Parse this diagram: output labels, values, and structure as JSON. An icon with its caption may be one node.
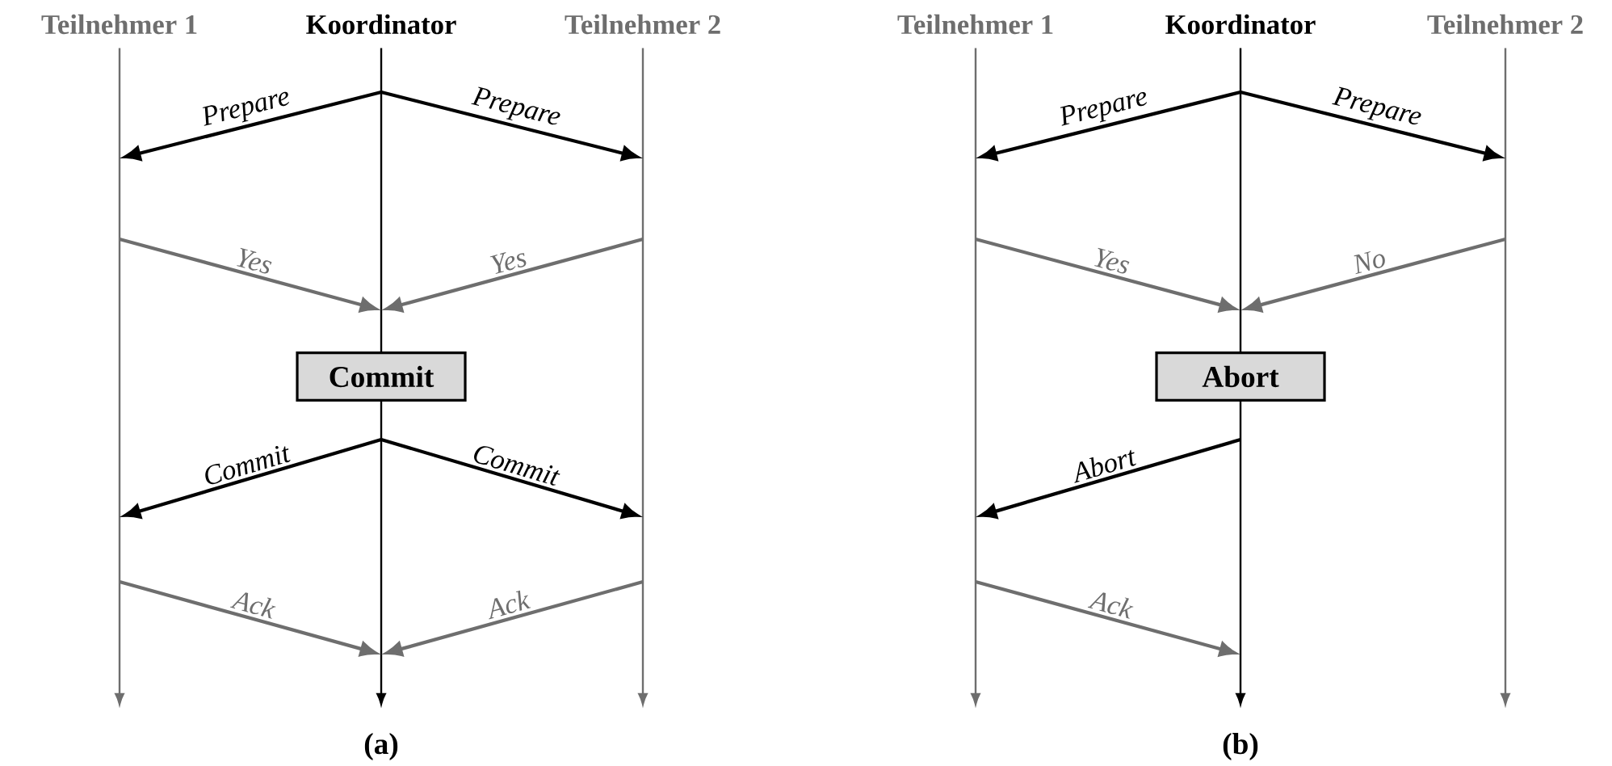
{
  "diagram": {
    "nodes": [
      {
        "text": [],
        "shape": "line"
      },
      {
        "text": [],
        "shape": "line"
      },
      {
        "text": [],
        "shape": "line"
      },
      {
        "text": [
          "Commit"
        ]
      },
      {
        "text": [],
        "shape": "line"
      },
      {
        "text": [],
        "shape": "line"
      },
      {
        "text": [],
        "shape": "line"
      },
      {
        "text": [],
        "shape": "line"
      },
      {
        "text": [
          "Abort"
        ]
      },
      {
        "text": [],
        "shape": "line"
      }
    ],
    "edges": [
      {
        "from": 1,
        "to": 0,
        "arrow": "to",
        "label": "Prepare",
        "color": "#000000"
      },
      {
        "from": 1,
        "to": 2,
        "arrow": "to",
        "label": "Prepare",
        "color": "#000000"
      },
      {
        "from": 0,
        "to": 1,
        "arrow": "to",
        "label": "Yes",
        "color": "#6e6e6e"
      },
      {
        "from": 2,
        "to": 1,
        "arrow": "to",
        "label": "Yes",
        "color": "#6e6e6e"
      },
      {
        "from": 4,
        "to": 0,
        "arrow": "to",
        "label": "Commit",
        "color": "#000000"
      },
      {
        "from": 4,
        "to": 2,
        "arrow": "to",
        "label": "Commit",
        "color": "#000000"
      },
      {
        "from": 0,
        "to": 4,
        "arrow": "to",
        "label": "Ack",
        "color": "#6e6e6e"
      },
      {
        "from": 2,
        "to": 4,
        "arrow": "to",
        "label": "Ack",
        "color": "#6e6e6e"
      },
      {
        "from": 6,
        "to": 5,
        "arrow": "to",
        "label": "Prepare",
        "color": "#000000"
      },
      {
        "from": 6,
        "to": 7,
        "arrow": "to",
        "label": "Prepare",
        "color": "#000000"
      },
      {
        "from": 5,
        "to": 6,
        "arrow": "to",
        "label": "Yes",
        "color": "#6e6e6e"
      },
      {
        "from": 7,
        "to": 6,
        "arrow": "to",
        "label": "No",
        "color": "#6e6e6e"
      },
      {
        "from": 9,
        "to": 5,
        "arrow": "to",
        "label": "Abort",
        "color": "#000000"
      },
      {
        "from": 5,
        "to": 9,
        "arrow": "to",
        "label": "Ack",
        "color": "#6e6e6e"
      }
    ],
    "labels": [
      "Teilnehmer 1",
      "Koordinator",
      "Teilnehmer 2",
      "Teilnehmer 1",
      "Koordinator",
      "Teilnehmer 2",
      "(a)",
      "(b)"
    ]
  }
}
